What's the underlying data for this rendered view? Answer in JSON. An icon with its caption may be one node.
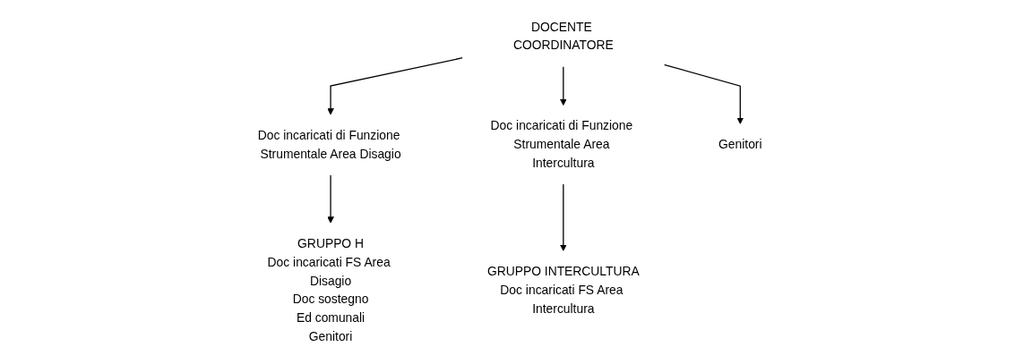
{
  "diagram": {
    "nodes": [
      {
        "text": [
          "DOCENTE COORDINATORE"
        ]
      },
      {
        "text": [
          "Doc incaricati di Funzione Strumentale Area Disagio"
        ]
      },
      {
        "text": [
          "Doc incaricati di Funzione Strumentale Area Intercultura"
        ]
      },
      {
        "text": [
          "Genitori"
        ]
      },
      {
        "text": [
          "GRUPPO H",
          "Doc incaricati FS Area Disagio",
          "Doc sostegno",
          "Ed comunali",
          "Genitori"
        ]
      },
      {
        "text": [
          "GRUPPO INTERCULTURA",
          "Doc incaricati FS Area Intercultura"
        ]
      }
    ],
    "edges": [
      {
        "from": 0,
        "to": 1,
        "arrow": "to"
      },
      {
        "from": 0,
        "to": 2,
        "arrow": "to"
      },
      {
        "from": 0,
        "to": 3,
        "arrow": "to"
      },
      {
        "from": 1,
        "to": 4,
        "arrow": "to"
      },
      {
        "from": 2,
        "to": 5,
        "arrow": "to"
      }
    ]
  }
}
